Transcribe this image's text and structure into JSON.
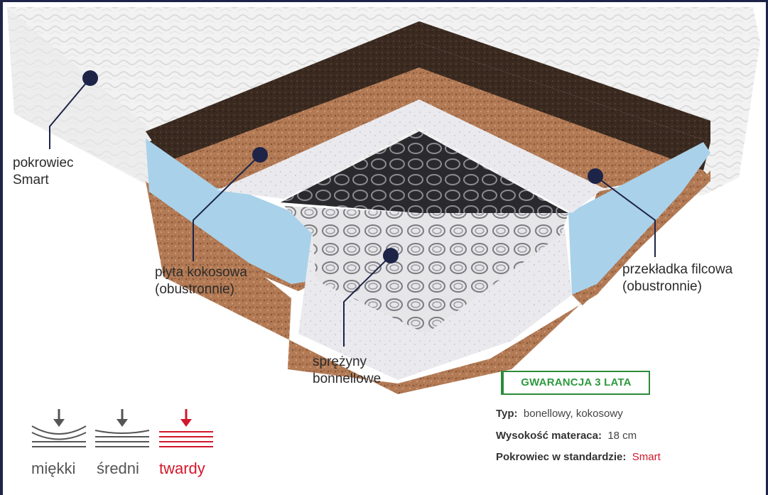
{
  "layers": {
    "cover": [
      "pokrowiec",
      "Smart"
    ],
    "coconut": [
      "płyta kokosowa",
      "(obustronnie)"
    ],
    "springs": [
      "sprężyny",
      "bonnellowe"
    ],
    "felt": [
      "przekładka filcowa",
      "(obustronnie)"
    ]
  },
  "guarantee": "GWARANCJA 3 LATA",
  "specs": {
    "type_label": "Typ:",
    "type_value": "bonellowy, kokosowy",
    "height_label": "Wysokość materaca:",
    "height_value": "18 cm",
    "cover_label": "Pokrowiec w standardzie:",
    "cover_value": "Smart"
  },
  "firmness": {
    "soft": "miękki",
    "medium": "średni",
    "hard": "twardy",
    "selected": "twardy"
  },
  "colors": {
    "accent_red": "#d2182b",
    "guarantee_green": "#2e9a3e",
    "navy": "#1d2448"
  }
}
